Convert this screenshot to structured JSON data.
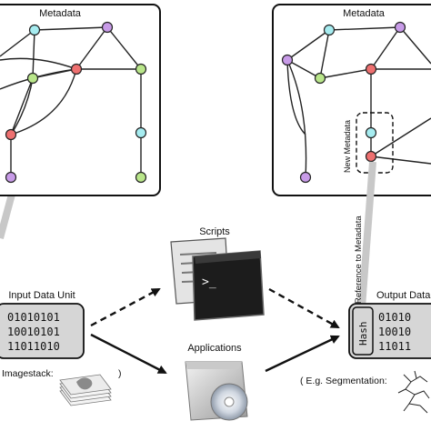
{
  "metadata_left": {
    "title": "Metadata"
  },
  "metadata_right": {
    "title": "Metadata",
    "new_metadata_label": "New Metadata"
  },
  "reference_label": "Reference to Metadata",
  "scripts": {
    "label": "Scripts",
    "prompt": ">_"
  },
  "applications": {
    "label": "Applications"
  },
  "input_unit": {
    "label": "Input Data Unit",
    "rows": [
      "01010101",
      "10010101",
      "11011010"
    ],
    "imagestack_label": "Imagestack:",
    "imagestack_close": ")"
  },
  "output_unit": {
    "label": "Output Data",
    "hash_label": "Hash",
    "rows": [
      "01010",
      "10010",
      "11011"
    ],
    "segmentation_label": "( E.g. Segmentation:"
  },
  "colors": {
    "node_cyan": "#a6ecf0",
    "node_purple": "#c89be8",
    "node_red": "#ee7070",
    "node_green": "#b9e68a",
    "data_box": "#d6d6d6",
    "reference_bar": "#c8c8c8"
  }
}
